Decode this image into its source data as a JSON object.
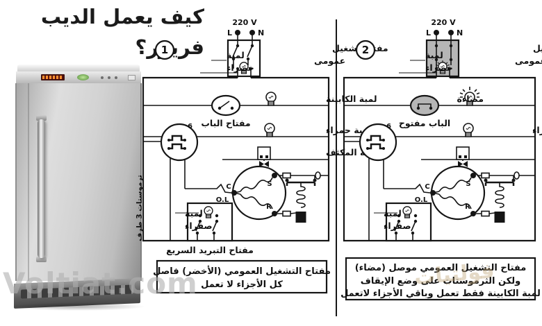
{
  "title": "كيف يعمل الديب فريزر؟",
  "watermark_latin": "Voltiat.com",
  "watermark_arabic": "فولتيات",
  "colors": {
    "stroke": "#151515",
    "shaded_component": "#b6b6b6",
    "background": "#ffffff"
  },
  "panel1": {
    "number": "1",
    "voltage": "220 V",
    "terminal_l": "L",
    "terminal_n": "N",
    "main_switch_line1": "مفتاح تشغيل",
    "main_switch_line2": "عمومى",
    "green_lamp_line1": "لمبة",
    "green_lamp_line2": "خضراء",
    "cabinet_lamp_label": "لمبة الكابينة",
    "door_switch_label": "مفتاح الباب",
    "red_lamp_label": "لمبة حمراء",
    "condenser_fan_label": "مروحة المكثف",
    "thermostat_label": "ترموستات 3 طرف",
    "thermostat_terminal": "6",
    "overload_label": "O.L",
    "motor_terminals": {
      "c": "C",
      "s": "S",
      "r": "R"
    },
    "yellow_lamp_line1": "لمبة",
    "yellow_lamp_line2": "صفراء",
    "fast_freeze_label": "مفتاح التبريد السريع",
    "caption_line1": "مفتاح التشغيل العمومي (الأخضر) فاصل",
    "caption_line2": "كل الأجزاء لا تعمل"
  },
  "panel2": {
    "number": "2",
    "voltage": "220 V",
    "terminal_l": "L",
    "terminal_n": "N",
    "main_switch_line1": "مفتاح تشغيل",
    "main_switch_line2": "عمومى",
    "green_lamp_line1": "لمبة",
    "green_lamp_line2": "خضراء",
    "lit_label": "مضاءة",
    "door_open_label": "الباب مفتوح",
    "red_lamp_label": "لمبة حمراء",
    "thermostat_terminal": "6",
    "overload_label": "O.L",
    "motor_terminals": {
      "c": "C",
      "s": "S",
      "r": "R"
    },
    "yellow_lamp_line1": "لمبة",
    "yellow_lamp_line2": "صفراء",
    "caption_line1": "مفتاح التشغيل العمومي موصل (مضاء)",
    "caption_line2": "ولكن الثرموستات على وضع الإيقاف",
    "caption_line3": "لمبة الكابينة فقط تعمل وباقي الأجزاء لاتعمل"
  }
}
